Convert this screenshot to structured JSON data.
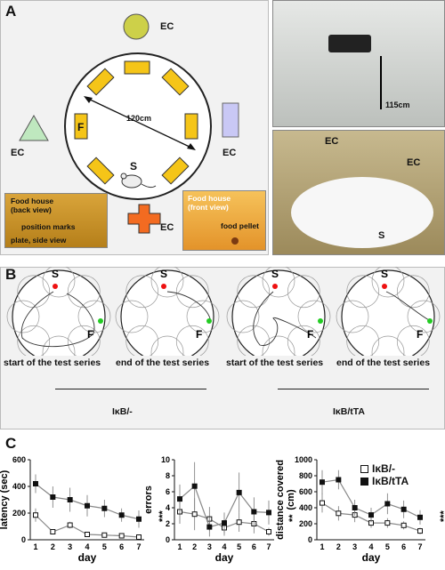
{
  "panelA": {
    "letter": "A",
    "ec": "EC",
    "distance": "120cm",
    "start": "S",
    "food": "F",
    "inset_back": {
      "title": "Food house",
      "subtitle": "(back view)",
      "marks": "position marks",
      "plate": "plate, side view"
    },
    "inset_front": {
      "title": "Food house",
      "subtitle": "(front view)",
      "pellet": "food pellet"
    },
    "height": "115cm"
  },
  "panelB": {
    "letter": "B",
    "start": "S",
    "food": "F",
    "captions": [
      "start of the test series",
      "end of the test series",
      "start of the test series",
      "end of the test series"
    ],
    "groups": [
      "IκB/-",
      "IκB/tTA"
    ]
  },
  "panelC": {
    "letter": "C",
    "colors": {
      "ikb_minus": "#ffffff",
      "ikb_tta": "#111111",
      "line": "#888888"
    },
    "legend": [
      "IκB/-",
      "IκB/tTA"
    ],
    "chart_data": [
      {
        "type": "line",
        "xlabel": "day",
        "ylabel": "latency (sec)",
        "x": [
          1,
          2,
          3,
          4,
          5,
          6,
          7
        ],
        "ylim": [
          0,
          600
        ],
        "yticks": [
          0,
          200,
          400,
          600
        ],
        "significance": "***",
        "series": [
          {
            "name": "IκB/-",
            "values": [
              185,
              60,
              110,
              40,
              35,
              30,
              20
            ],
            "err": [
              50,
              20,
              25,
              15,
              15,
              15,
              10
            ]
          },
          {
            "name": "IκB/tTA",
            "values": [
              420,
              320,
              300,
              255,
              235,
              185,
              155
            ],
            "err": [
              70,
              80,
              90,
              80,
              65,
              50,
              65
            ]
          }
        ]
      },
      {
        "type": "line",
        "xlabel": "day",
        "ylabel": "errors",
        "x": [
          1,
          2,
          3,
          4,
          5,
          6,
          7
        ],
        "ylim": [
          0,
          10
        ],
        "yticks": [
          0,
          2,
          4,
          6,
          8,
          10
        ],
        "significance": "**",
        "series": [
          {
            "name": "IκB/-",
            "values": [
              3.5,
              3.2,
              2.6,
              1.5,
              2.2,
              2.0,
              1.0
            ],
            "err": [
              1.5,
              2.0,
              1.5,
              1.0,
              1.2,
              1.2,
              0.5
            ]
          },
          {
            "name": "IκB/tTA",
            "values": [
              5.1,
              6.7,
              1.6,
              2.1,
              5.9,
              3.5,
              3.4
            ],
            "err": [
              1.8,
              3.0,
              1.2,
              1.3,
              2.5,
              1.8,
              1.5
            ]
          }
        ]
      },
      {
        "type": "line",
        "xlabel": "day",
        "ylabel": "distance covered (cm)",
        "x": [
          1,
          2,
          3,
          4,
          5,
          6,
          7
        ],
        "ylim": [
          0,
          1000
        ],
        "yticks": [
          0,
          200,
          400,
          600,
          800,
          1000
        ],
        "significance": "***",
        "series": [
          {
            "name": "IκB/-",
            "values": [
              460,
              330,
              310,
              210,
              210,
              180,
              110
            ],
            "err": [
              120,
              90,
              90,
              60,
              60,
              50,
              40
            ]
          },
          {
            "name": "IκB/tTA",
            "values": [
              720,
              750,
              400,
              310,
              450,
              380,
              280
            ],
            "err": [
              150,
              120,
              100,
              90,
              130,
              110,
              90
            ]
          }
        ]
      }
    ]
  }
}
